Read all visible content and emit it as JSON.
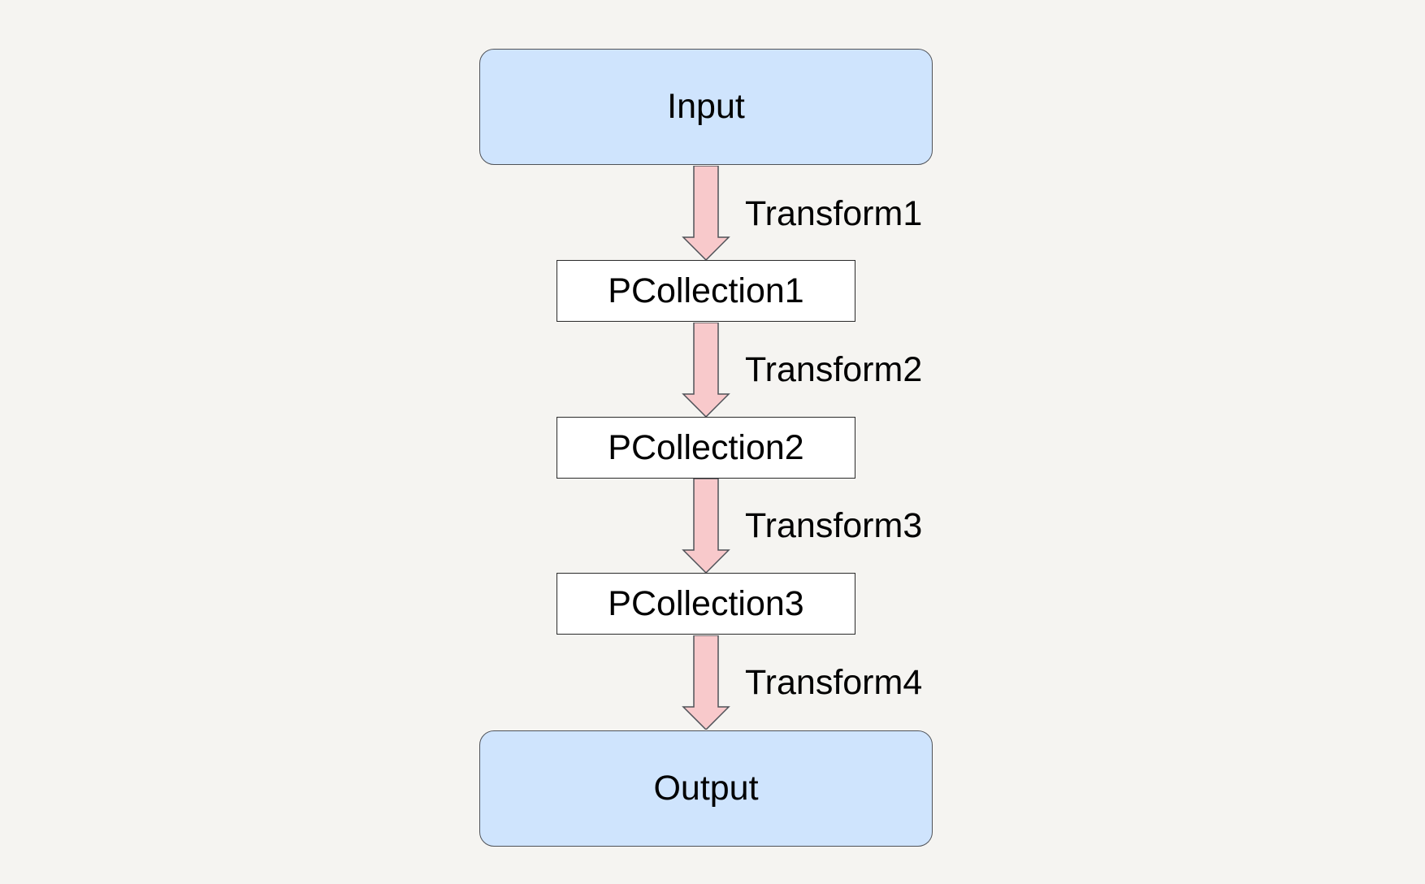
{
  "diagram": {
    "nodes": {
      "input": "Input",
      "pcollection1": "PCollection1",
      "pcollection2": "PCollection2",
      "pcollection3": "PCollection3",
      "output": "Output"
    },
    "edges": [
      {
        "from": "Input",
        "to": "PCollection1",
        "label": "Transform1"
      },
      {
        "from": "PCollection1",
        "to": "PCollection2",
        "label": "Transform2"
      },
      {
        "from": "PCollection2",
        "to": "PCollection3",
        "label": "Transform3"
      },
      {
        "from": "PCollection3",
        "to": "Output",
        "label": "Transform4"
      }
    ]
  },
  "colors": {
    "background": "#f5f4f1",
    "terminal_fill": "#cfe4fd",
    "collection_fill": "#ffffff",
    "arrow_fill": "#f8c9cb",
    "stroke": "#4f5258"
  }
}
